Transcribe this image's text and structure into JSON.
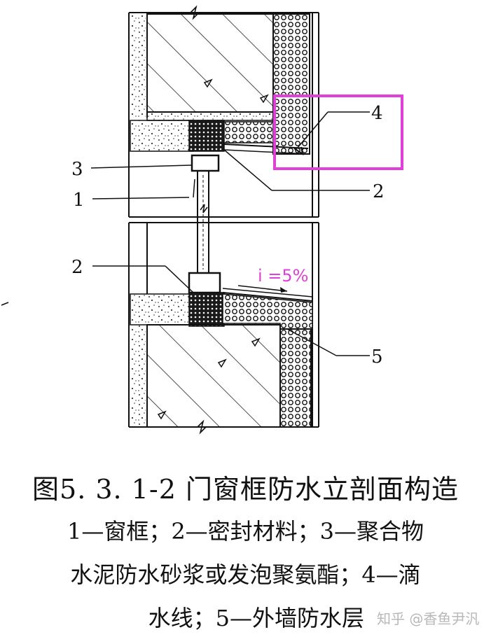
{
  "diagram": {
    "labels": {
      "l1": "1",
      "l2a": "2",
      "l2b": "2",
      "l3": "3",
      "l4": "4",
      "l5": "5"
    },
    "slope_label": "i =5%",
    "highlight_color": "#e040d8"
  },
  "caption": {
    "title": "图5. 3. 1-2   门窗框防水立剖面构造",
    "line1": "1—窗框；2—密封材料；3—聚合物",
    "line2": "水泥防水砂浆或发泡聚氨酯；4—滴",
    "line3": "水线；5—外墙防水层"
  },
  "watermark": "知乎 @香鱼尹汎"
}
